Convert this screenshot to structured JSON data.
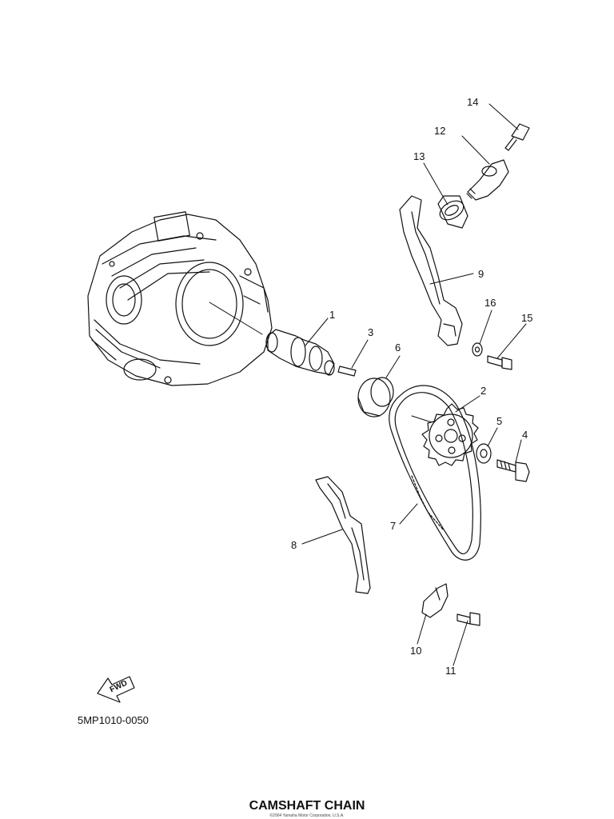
{
  "labels": {
    "p1": "1",
    "p2": "2",
    "p3": "3",
    "p4": "4",
    "p5": "5",
    "p6": "6",
    "p7": "7",
    "p8": "8",
    "p9": "9",
    "p10": "10",
    "p11": "11",
    "p12": "12",
    "p13": "13",
    "p14": "14",
    "p15": "15",
    "p16": "16"
  },
  "fwd_label": "FWD",
  "diagram_code": "5MP1010-0050",
  "title": "CAMSHAFT CHAIN",
  "copyright": "©2004 Yamaha Motor Corporation, U.S.A."
}
